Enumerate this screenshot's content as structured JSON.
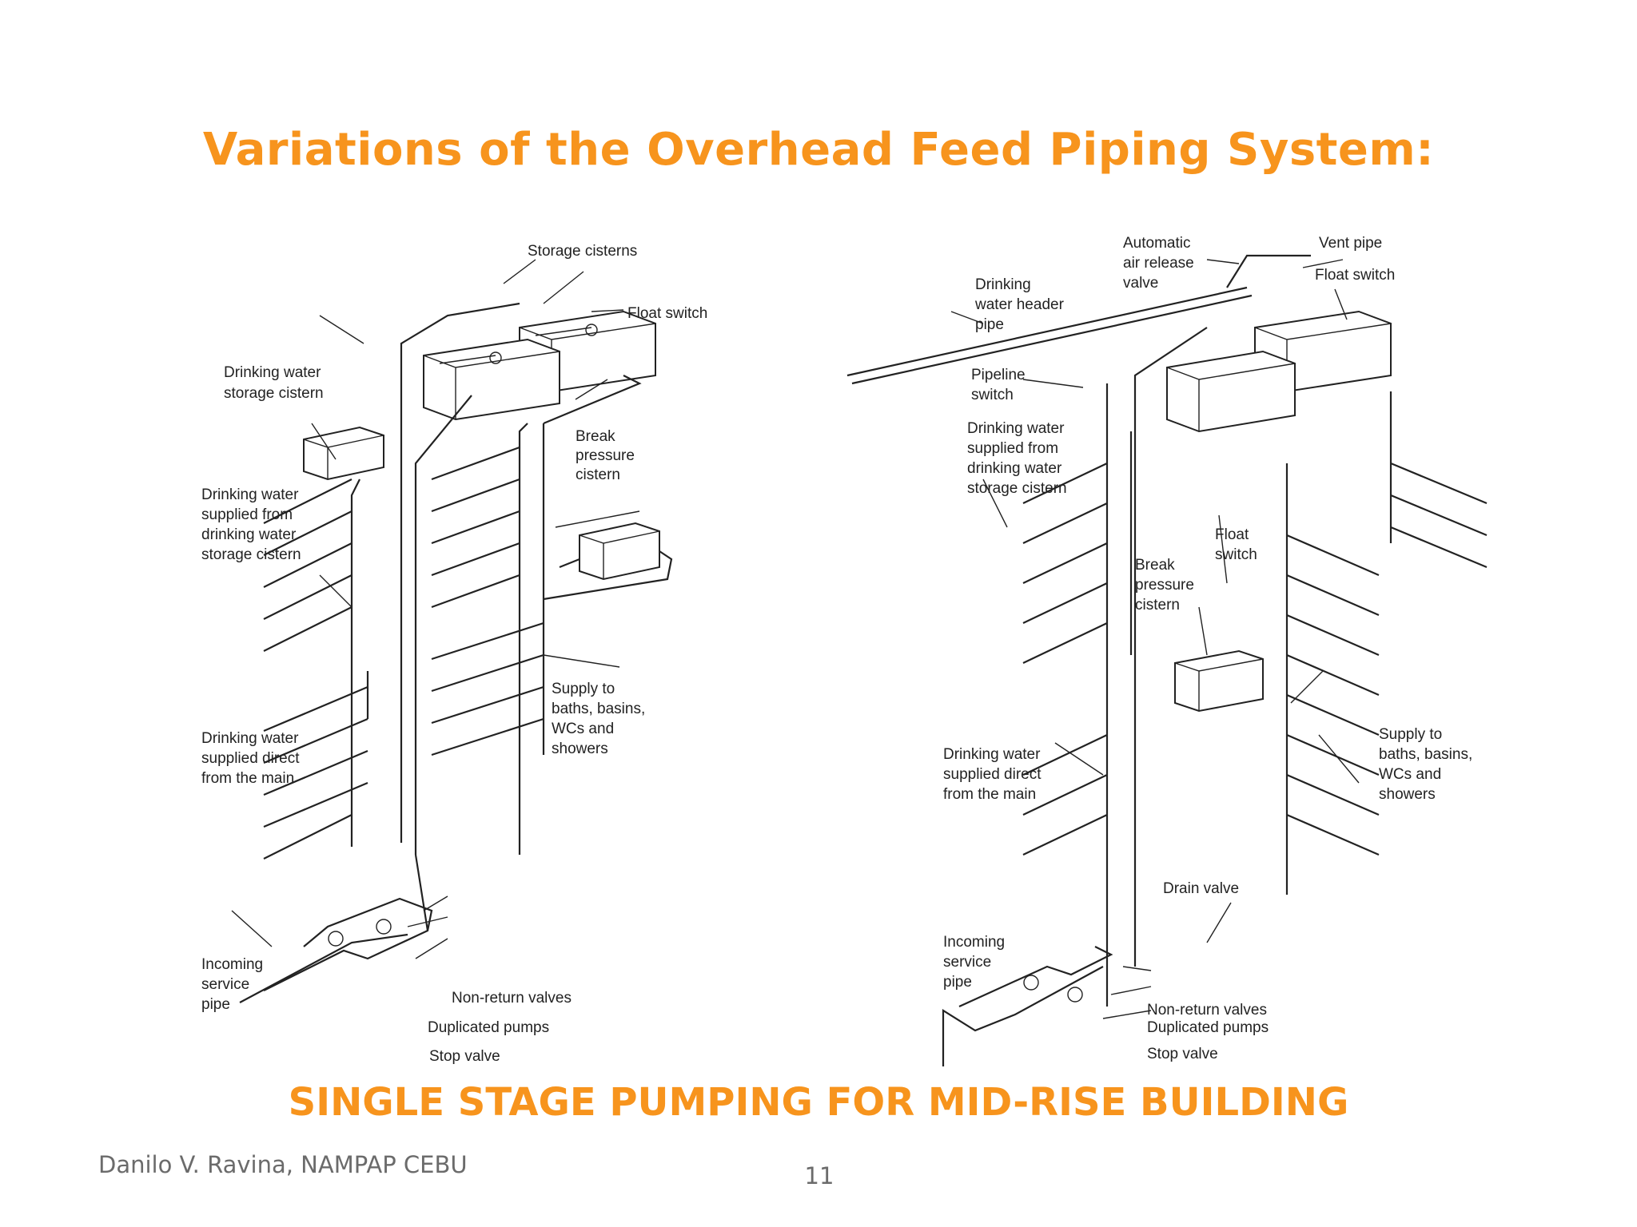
{
  "title": "Variations of the Overhead Feed Piping System:",
  "caption": "SINGLE STAGE PUMPING FOR MID-RISE BUILDING",
  "footer": {
    "author": "Danilo V. Ravina,  NAMPAP CEBU",
    "page_number": "11"
  },
  "left_diagram": {
    "labels": {
      "storage_cisterns": "Storage cisterns",
      "float_switch": "Float switch",
      "dw_storage_cistern": [
        "Drinking water",
        "storage cistern"
      ],
      "break_pressure_cistern": [
        "Break",
        "pressure",
        "cistern"
      ],
      "dw_supplied_from_cistern": [
        "Drinking water",
        "supplied from",
        "drinking water",
        "storage cistern"
      ],
      "supply_to": [
        "Supply to",
        "baths, basins,",
        "WCs and",
        "showers"
      ],
      "dw_supplied_direct": [
        "Drinking water",
        "supplied direct",
        "from the main"
      ],
      "incoming_service_pipe": [
        "Incoming",
        "service",
        "pipe"
      ],
      "non_return_valves": "Non-return valves",
      "duplicated_pumps": "Duplicated pumps",
      "stop_valve": "Stop valve"
    }
  },
  "right_diagram": {
    "labels": {
      "auto_air_release": [
        "Automatic",
        "air release",
        "valve"
      ],
      "vent_pipe": "Vent pipe",
      "float_switch_top": "Float switch",
      "dw_header_pipe": [
        "Drinking",
        "water header",
        "pipe"
      ],
      "pipeline_switch": [
        "Pipeline",
        "switch"
      ],
      "dw_supplied_from_cistern": [
        "Drinking water",
        "supplied from",
        "drinking water",
        "storage cistern"
      ],
      "float_switch_mid": [
        "Float",
        "switch"
      ],
      "break_pressure_cistern": [
        "Break",
        "pressure",
        "cistern"
      ],
      "supply_to": [
        "Supply to",
        "baths, basins,",
        "WCs and",
        "showers"
      ],
      "dw_supplied_direct": [
        "Drinking water",
        "supplied direct",
        "from the main"
      ],
      "drain_valve": "Drain valve",
      "incoming_service_pipe": [
        "Incoming",
        "service",
        "pipe"
      ],
      "non_return_valves": "Non-return valves",
      "duplicated_pumps": "Duplicated pumps",
      "stop_valve": "Stop valve"
    }
  }
}
